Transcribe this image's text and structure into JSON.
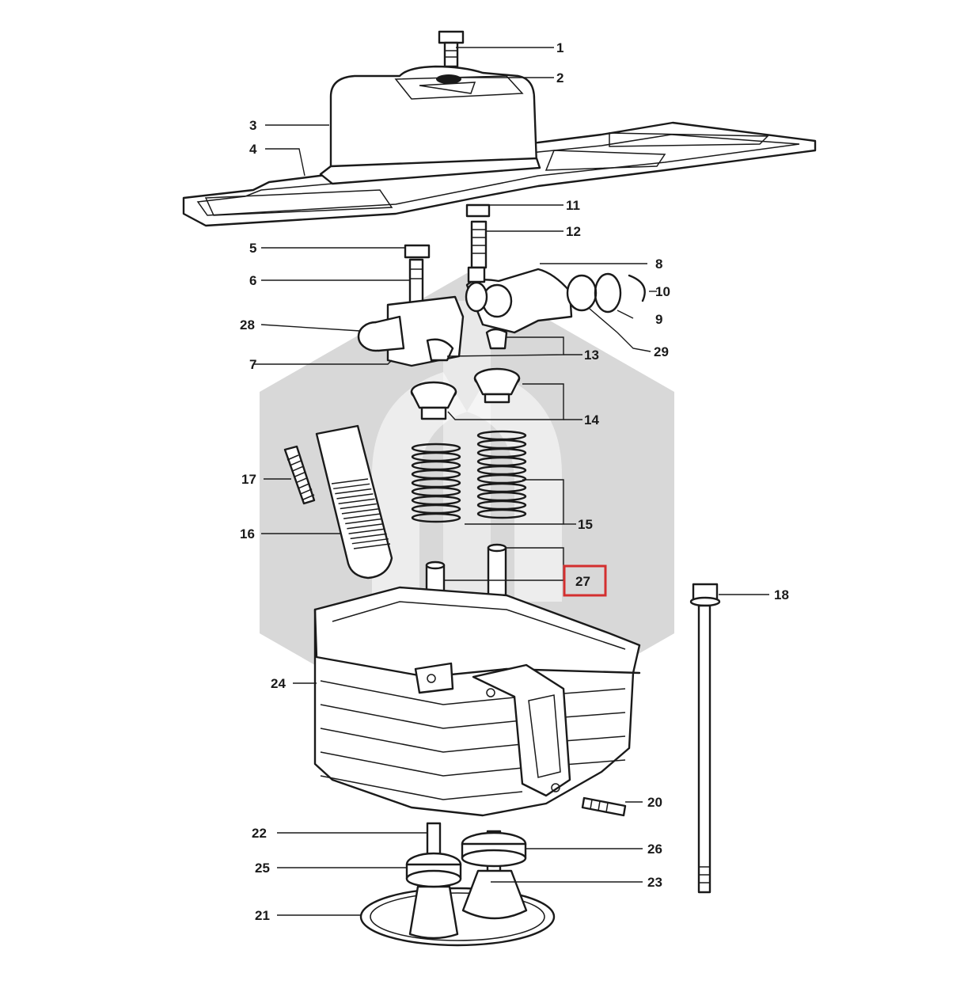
{
  "diagram": {
    "callouts": [
      "1",
      "2",
      "3",
      "4",
      "5",
      "6",
      "7",
      "8",
      "9",
      "10",
      "11",
      "12",
      "13",
      "14",
      "15",
      "16",
      "17",
      "18",
      "20",
      "21",
      "22",
      "23",
      "24",
      "25",
      "26",
      "27",
      "28",
      "29"
    ],
    "highlighted_callout": "27",
    "highlight_color": "#d32f2f",
    "watermark_color": "#d8d8d8",
    "line_color": "#1a1a1a"
  }
}
